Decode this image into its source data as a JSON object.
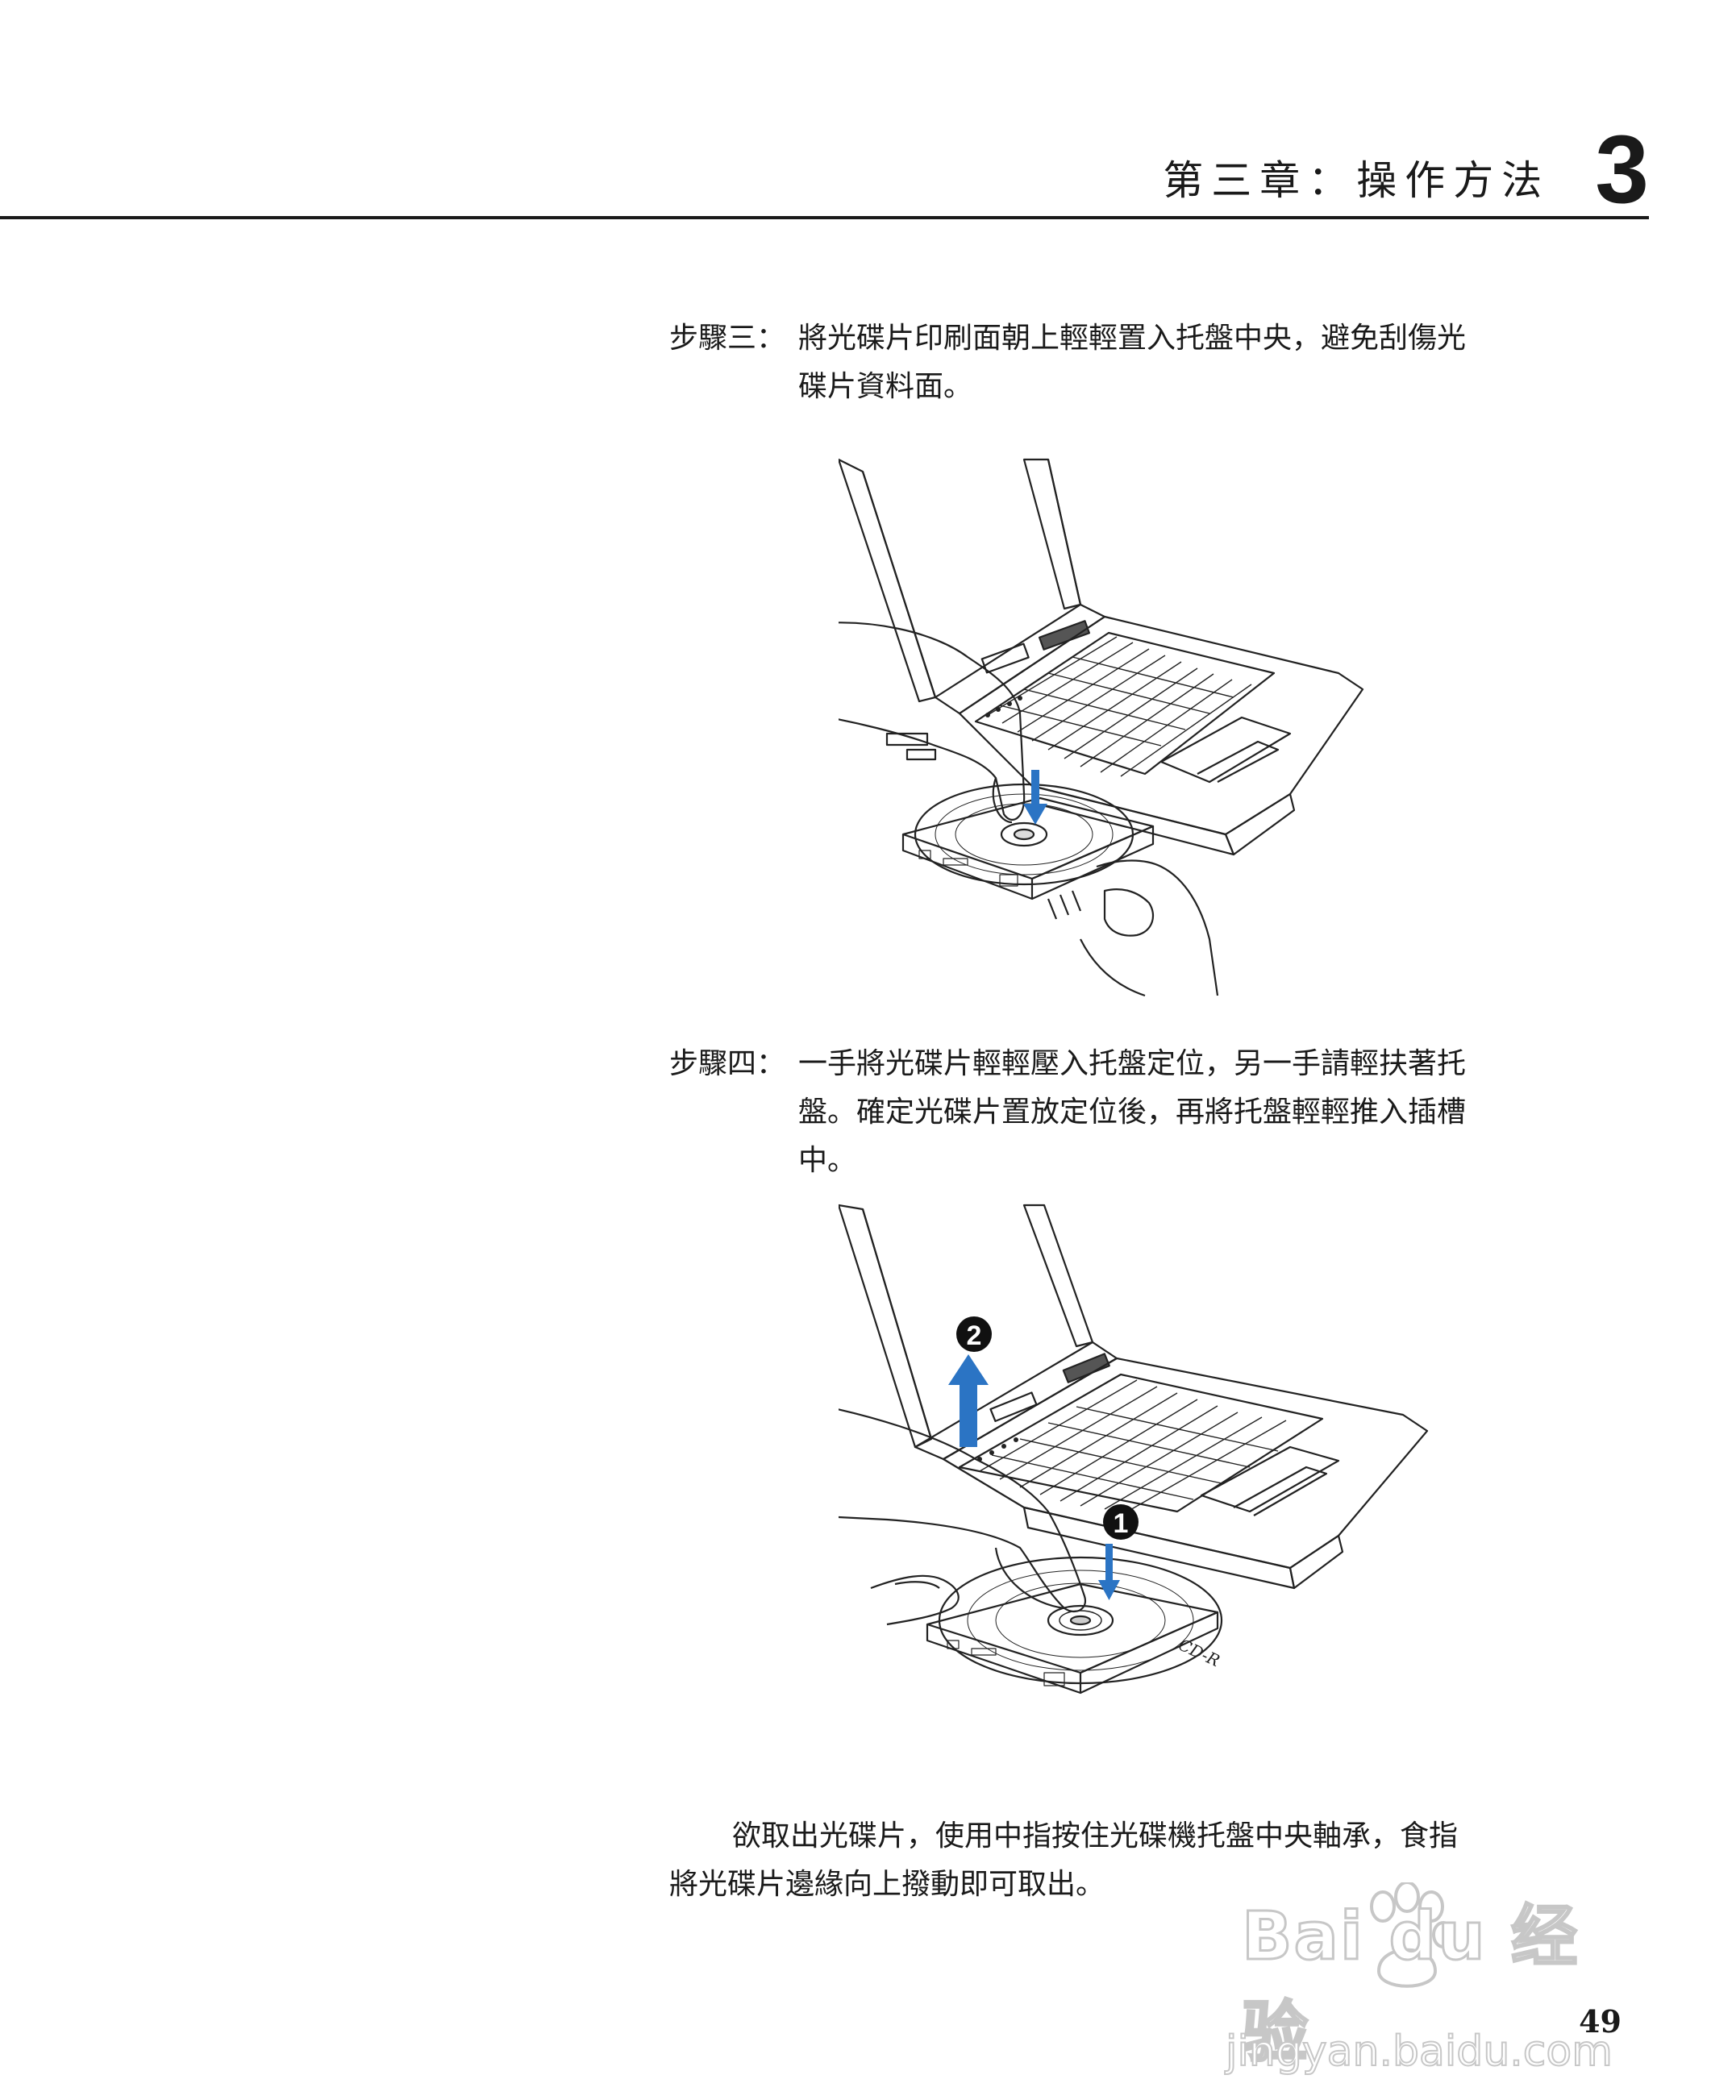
{
  "header": {
    "chapter_title": "第三章：操作方法",
    "chapter_number": "3"
  },
  "step3": {
    "label": "步驟三：",
    "line1": "將光碟片印刷面朝上輕輕置入托盤中央，避免刮傷光",
    "line2": "碟片資料面。"
  },
  "step4": {
    "label": "步驟四：",
    "line1": "一手將光碟片輕輕壓入托盤定位，另一手請輕扶著托",
    "line2": "盤。確定光碟片置放定位後，再將托盤輕輕推入插槽",
    "line3": "中。"
  },
  "figure2": {
    "marker1": "❶",
    "marker2": "❷",
    "disc_label": "CD-R"
  },
  "note": {
    "line1": "欲取出光碟片，使用中指按住光碟機托盤中央軸承，食指",
    "line2": "將光碟片邊緣向上撥動即可取出。"
  },
  "page_number": "49",
  "watermark": {
    "logo": "Bai du 经验",
    "url": "jingyan.baidu.com"
  }
}
